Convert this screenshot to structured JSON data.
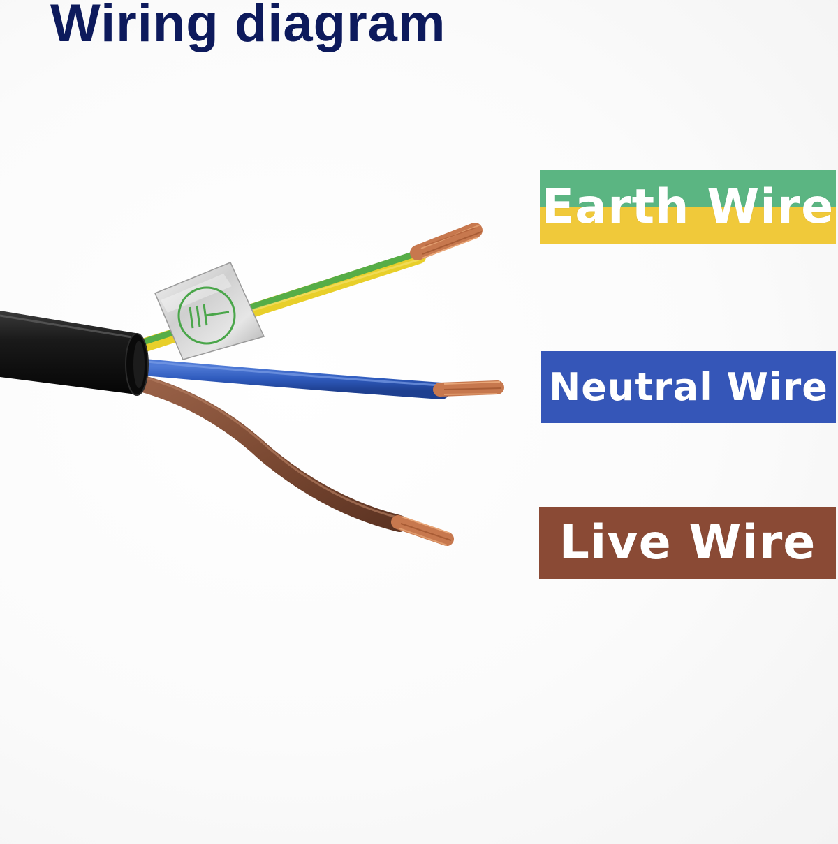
{
  "title": "Wiring diagram",
  "labels": {
    "earth": {
      "text": "Earth Wire",
      "color_top": "#5bb582",
      "color_bottom": "#f0c93a"
    },
    "neutral": {
      "text": "Neutral Wire",
      "color": "#3556b8"
    },
    "live": {
      "text": "Live Wire",
      "color": "#8a4a35"
    }
  },
  "wire_colors": {
    "sheath": "#141414",
    "earth_green": "#46a84a",
    "earth_yellow": "#e8cf2a",
    "neutral": "#2f5bbd",
    "live": "#7c4a33",
    "copper": "#c7784e"
  },
  "icons": {
    "earth_tag": "earth-ground-symbol-icon"
  }
}
